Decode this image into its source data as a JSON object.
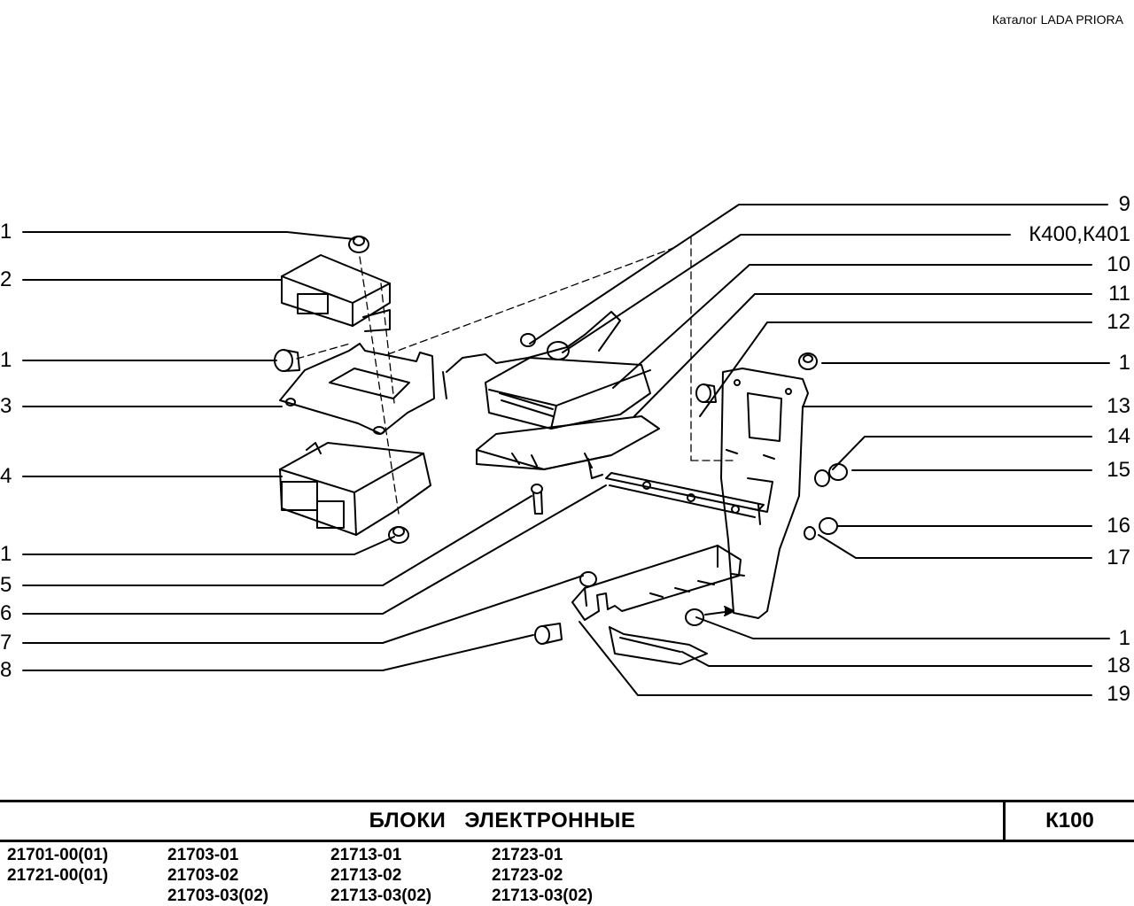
{
  "header": {
    "catalog": "Каталог  LADA  PRIORA"
  },
  "callouts_left": [
    "1",
    "2",
    "1",
    "3",
    "4",
    "1",
    "5",
    "6",
    "7",
    "8"
  ],
  "callouts_right": [
    "9",
    "К400,К401",
    "10",
    "11",
    "12",
    "1",
    "13",
    "14",
    "15",
    "16",
    "17",
    "1",
    "18",
    "19"
  ],
  "footer": {
    "title": "БЛОКИ   ЭЛЕКТРОННЫЕ",
    "code": "К100",
    "models": [
      [
        "21701-00(01)",
        "21721-00(01)"
      ],
      [
        "21703-01",
        "21703-02",
        "21703-03(02)"
      ],
      [
        "21713-01",
        "21713-02",
        "21713-03(02)"
      ],
      [
        "21723-01",
        "21723-02",
        "21713-03(02)"
      ]
    ]
  }
}
